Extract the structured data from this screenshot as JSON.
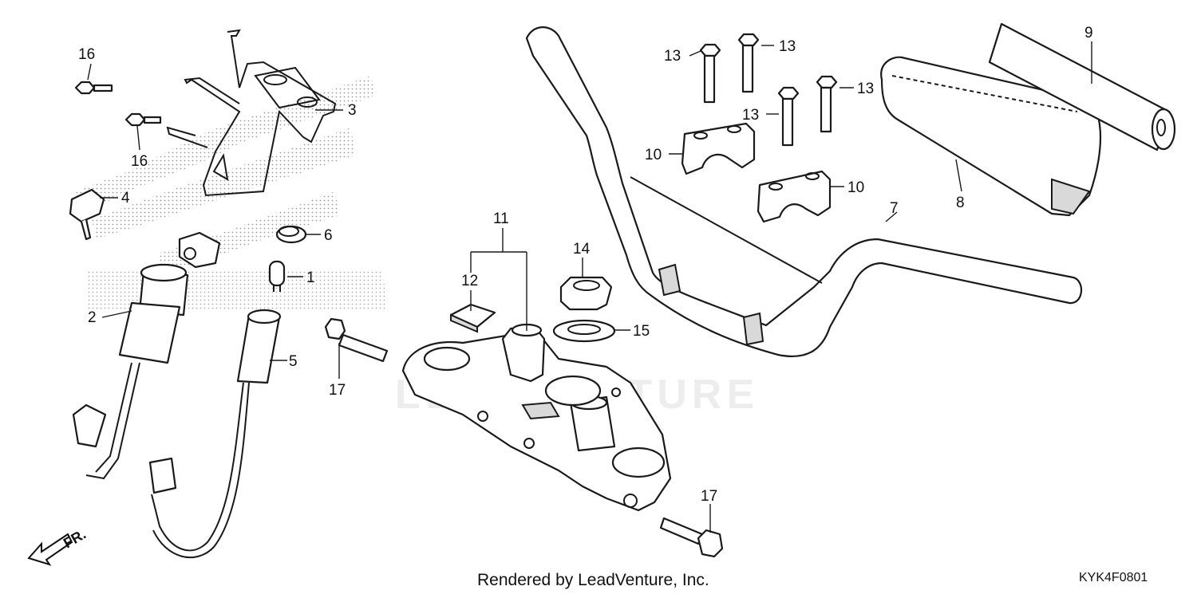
{
  "diagram": {
    "footer_credit": "Rendered by LeadVenture, Inc.",
    "diagram_code": "KYK4F0801",
    "watermark": "LEADVENTURE",
    "front_indicator": "FR.",
    "callouts": {
      "c1": "1",
      "c2": "2",
      "c3": "3",
      "c4": "4",
      "c5": "5",
      "c6": "6",
      "c7": "7",
      "c8": "8",
      "c9": "9",
      "c10a": "10",
      "c10b": "10",
      "c11": "11",
      "c12": "12",
      "c13a": "13",
      "c13b": "13",
      "c13c": "13",
      "c13d": "13",
      "c14": "14",
      "c15": "15",
      "c16a": "16",
      "c16b": "16",
      "c17a": "17",
      "c17b": "17"
    }
  }
}
